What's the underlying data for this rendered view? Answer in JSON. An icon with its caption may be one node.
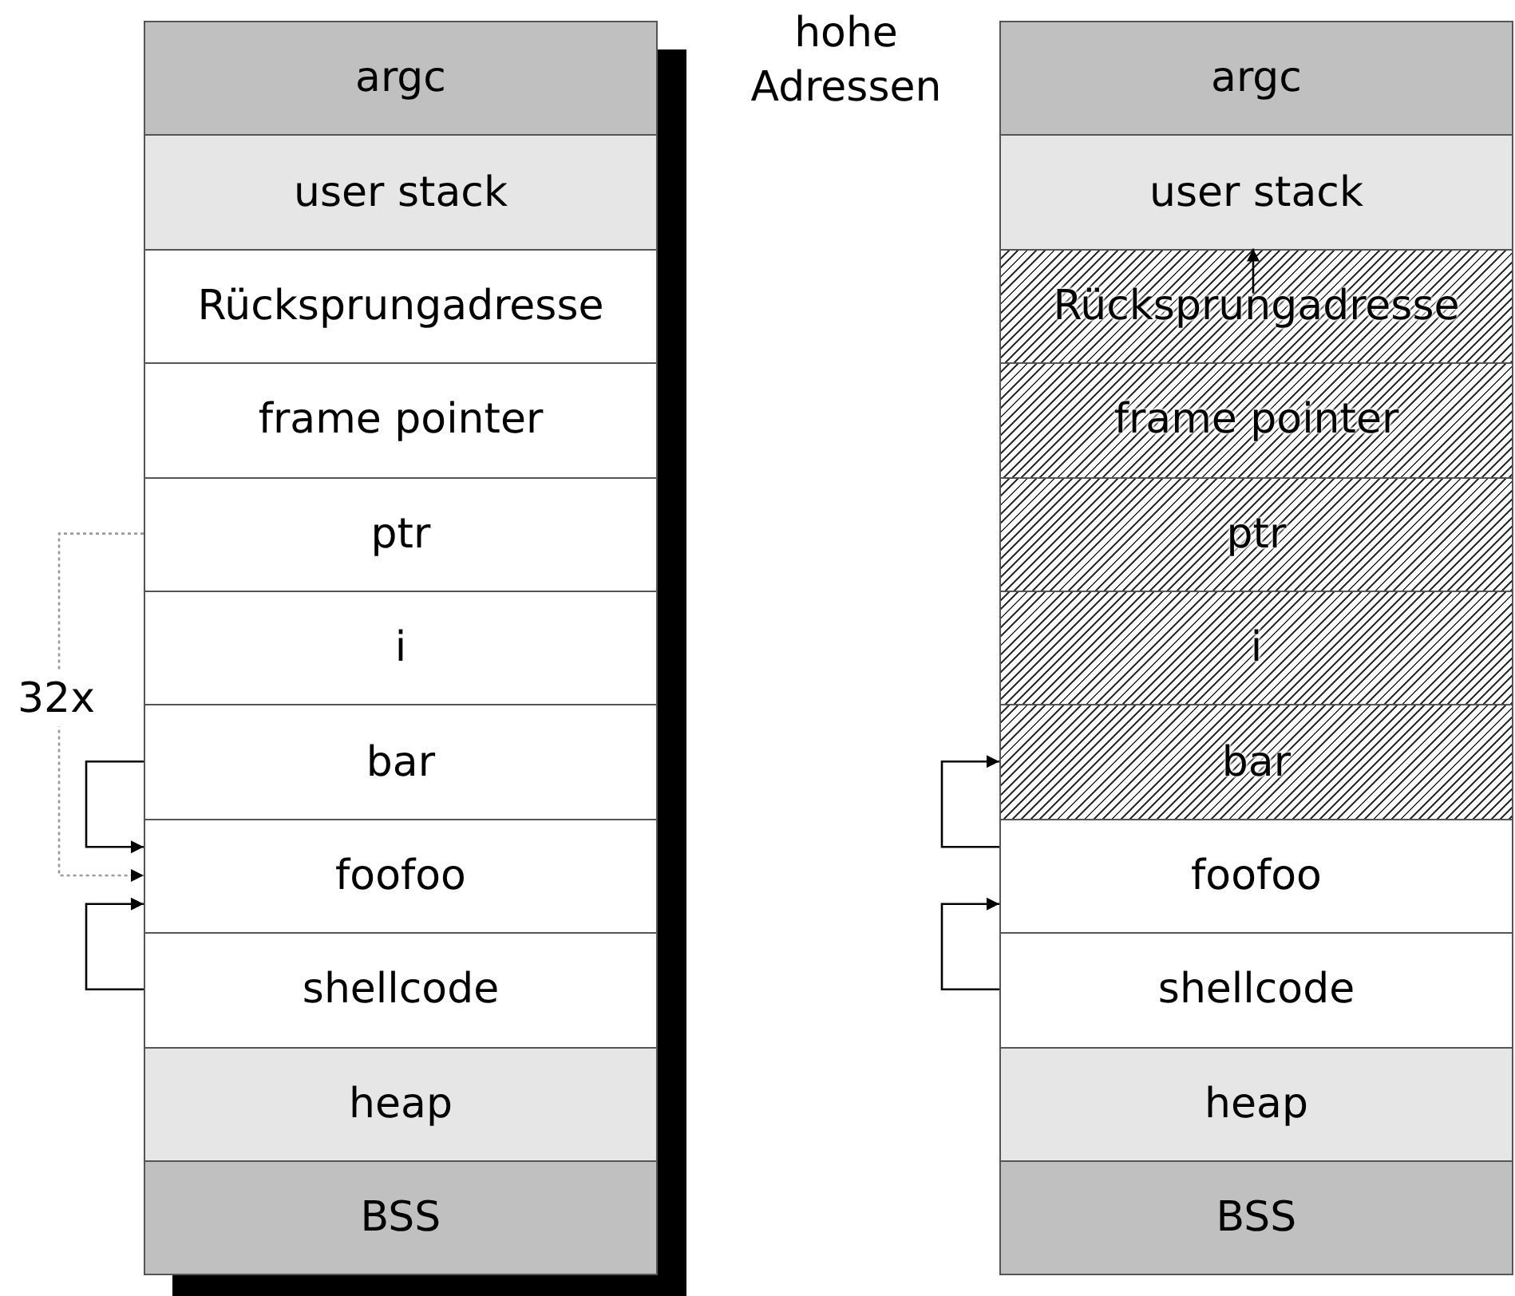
{
  "diagram": {
    "nodes": [
      {
        "text": [
          "argc"
        ]
      },
      {
        "text": [
          "user stack"
        ]
      },
      {
        "text": [
          "Rücksprungadresse"
        ]
      },
      {
        "text": [
          "frame pointer"
        ]
      },
      {
        "text": [
          "ptr"
        ]
      },
      {
        "text": [
          "i"
        ]
      },
      {
        "text": [
          "bar"
        ]
      },
      {
        "text": [
          "foofoo"
        ]
      },
      {
        "text": [
          "shellcode"
        ]
      },
      {
        "text": [
          "heap"
        ]
      },
      {
        "text": [
          "BSS"
        ]
      },
      {
        "text": [
          "argc"
        ]
      },
      {
        "text": [
          "user stack"
        ]
      },
      {
        "text": [
          "Rücksprungadresse"
        ]
      },
      {
        "text": [
          "frame pointer"
        ]
      },
      {
        "text": [
          "ptr"
        ]
      },
      {
        "text": [
          "i"
        ]
      },
      {
        "text": [
          "bar"
        ]
      },
      {
        "text": [
          "foofoo"
        ]
      },
      {
        "text": [
          "shellcode"
        ]
      },
      {
        "text": [
          "heap"
        ]
      },
      {
        "text": [
          "BSS"
        ]
      }
    ],
    "edges": [
      {
        "from": 4,
        "to": 7,
        "arrow": "to",
        "label": "32x",
        "style": "dashed",
        "color": "#999999"
      },
      {
        "from": 6,
        "to": 7,
        "arrow": "to"
      },
      {
        "from": 8,
        "to": 7,
        "arrow": "to"
      },
      {
        "from": 13,
        "to": 12,
        "arrow": "to"
      },
      {
        "from": 18,
        "to": 17,
        "arrow": "to"
      },
      {
        "from": 19,
        "to": 18,
        "arrow": "to"
      }
    ],
    "labels": [
      "hohe Adressen"
    ]
  }
}
